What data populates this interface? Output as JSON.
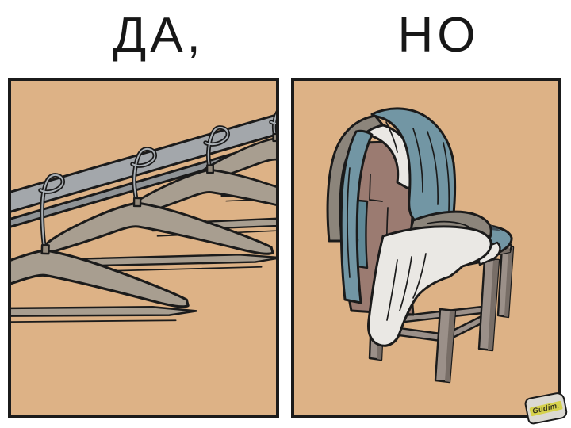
{
  "header": {
    "left_label": "ДА,",
    "right_label": "НО"
  },
  "signature": {
    "text": "Gudim."
  },
  "palette": {
    "page_bg": "#ffffff",
    "outline": "#1b1b1b",
    "label_color": "#171717",
    "panel_bg": "#ddb286",
    "rod_gray": "#a3a7ab",
    "rod_gray_dark": "#8f9396",
    "hook_metal": "#aab0b5",
    "hanger_wood": "#a89e90",
    "hanger_wood_dark": "#948a7c",
    "chair_wood": "#9b9089",
    "chair_wood_dark": "#786e67",
    "jacket_teal": "#7296a4",
    "jacket_teal_dark": "#5f8896",
    "garment_gray": "#8c857b",
    "garment_mauve": "#9b7b71",
    "garment_white": "#eae8e4",
    "seat_shadow_dark": "#41505a",
    "signature_bubble": "#dbd9d2",
    "signature_highlight": "#d6d24c",
    "signature_text": "#33311c"
  }
}
